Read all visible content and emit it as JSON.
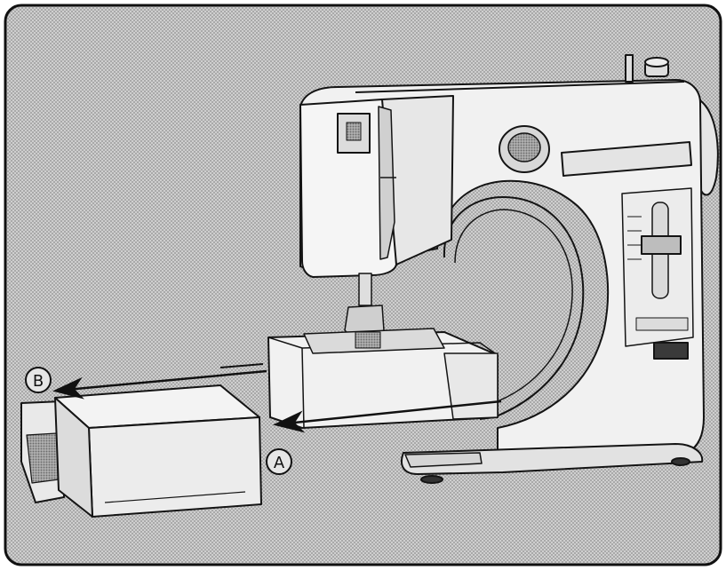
{
  "figure": {
    "callouts": [
      {
        "id": "A",
        "label": "A"
      },
      {
        "id": "B",
        "label": "B"
      }
    ],
    "colors": {
      "frame_fill": "#c9c9c9",
      "frame_border": "#111111",
      "machine_fill": "#efefef",
      "machine_stroke": "#141414",
      "shade": "#9a9a9a"
    }
  }
}
